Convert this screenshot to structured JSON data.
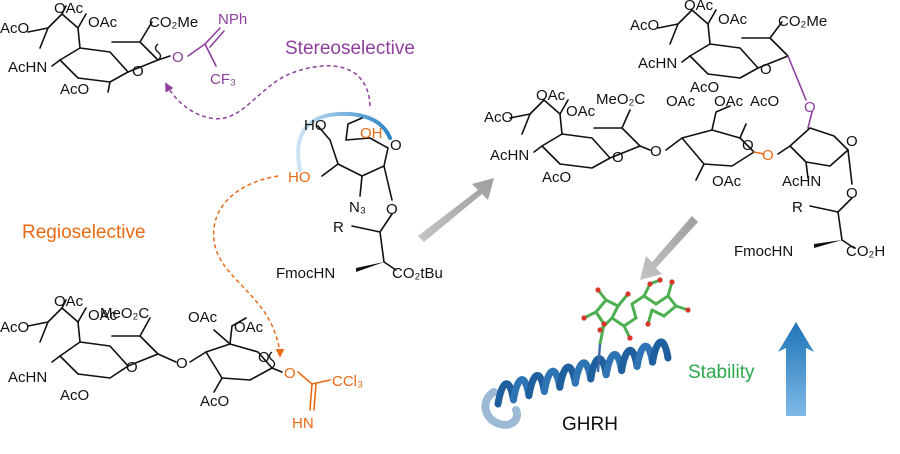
{
  "colors": {
    "ink": "#111111",
    "stereo": "#8e3f9e",
    "regio": "#ea6a14",
    "stability": "#2aa84b",
    "protein": "#1f5f9e",
    "arrow_gray": "#a9a9a9",
    "arrow_blue": "#2a86c6",
    "green_stick": "#4caf50",
    "red_stick": "#d8362b"
  },
  "labels": {
    "stereoselective": "Stereoselective",
    "regioselective": "Regioselective",
    "stability": "Stability",
    "ghrh": "GHRH"
  },
  "donor_sialyl": {
    "aco_top1": "OAc",
    "aco_top2": "OAc",
    "aco_left": "AcO",
    "co2me": "CO₂Me",
    "acnh": "AcHN",
    "aco_bottom": "AcO",
    "ring_o": "O",
    "link_o": "O",
    "nph": "NPh",
    "cf3": "CF₃"
  },
  "acceptor": {
    "ho_top": "HO",
    "oh": "OH",
    "ho_orange": "HO",
    "ring_o": "O",
    "n3": "N₃",
    "r": "R",
    "o_link": "O",
    "fmochn": "FmocHN",
    "co2tbu": "CO₂tBu"
  },
  "donor_disacch": {
    "aco_a": "AcO",
    "oac_b": "OAc",
    "oac_c": "OAc",
    "meo2c": "MeO₂C",
    "oac_d": "OAc",
    "oac_e": "OAc",
    "acnh": "AcHN",
    "aco_f": "AcO",
    "ring_o1": "O",
    "link_o": "O",
    "ring_o2": "O",
    "aco_g": "AcO",
    "o_imid": "O",
    "ccl3": "CCl₃",
    "hn": "HN"
  },
  "product": {
    "aco_t1": "OAc",
    "aco_t2": "OAc",
    "aco_tl": "AcO",
    "co2me": "CO₂Me",
    "acnh_t": "AcHN",
    "aco_tb": "AcO",
    "ring_o_t": "O",
    "link_o_purple": "O",
    "oac_l1": "OAc",
    "meo2c": "MeO₂C",
    "oac_l2": "OAc",
    "aco_l3": "AcO",
    "acnh_l": "AcHN",
    "aco_l4": "AcO",
    "ring_o_l": "O",
    "link_o_l": "O",
    "oac_g1": "OAc",
    "oac_g2": "OAc",
    "aco_g3": "AcO",
    "oac_g4": "OAc",
    "ring_o_g": "O",
    "link_o_orange": "O",
    "ring_o_r": "O",
    "acnh_r": "AcHN",
    "o_r": "O",
    "r": "R",
    "fmochn": "FmocHN",
    "co2h": "CO₂H"
  }
}
